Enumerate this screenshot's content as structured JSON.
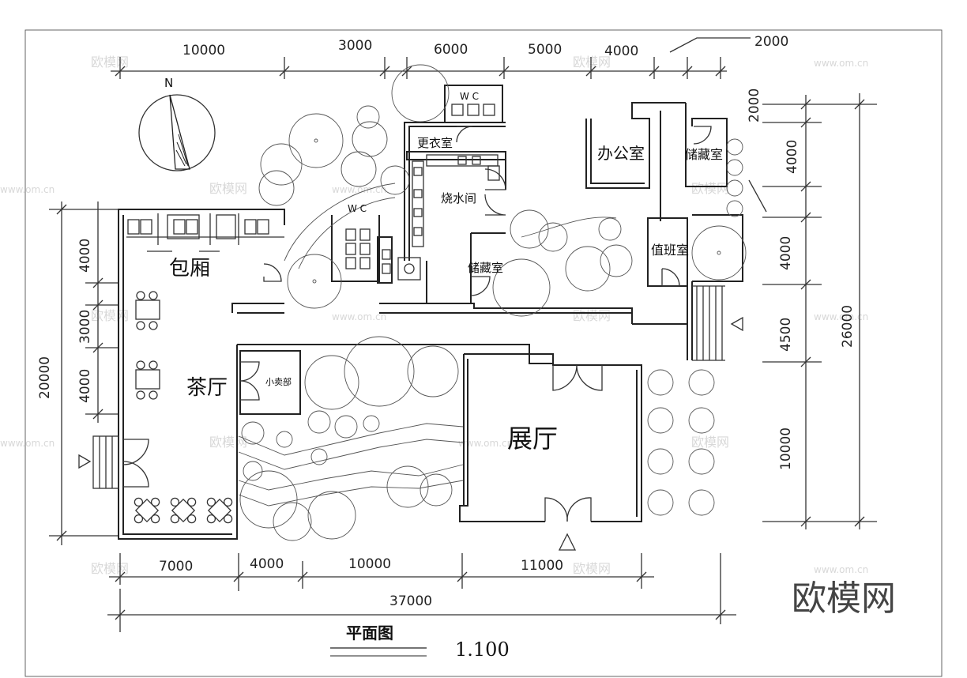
{
  "drawing": {
    "title": "平面图",
    "scale": "1.100",
    "brand": "欧模网",
    "watermark": "欧模网",
    "watermark_url": "www.om.cn"
  },
  "north": "N",
  "rooms": {
    "private_room": "包厢",
    "tea_hall": "茶厅",
    "shop": "小卖部",
    "exhibition_hall": "展厅",
    "changing_room": "更衣室",
    "boiler_room": "烧水间",
    "storage_1": "储藏室",
    "office": "办公室",
    "storage_2": "储藏室",
    "duty_room": "值班室",
    "wc_1": "W C",
    "wc_2": "W C"
  },
  "dimensions": {
    "top": [
      "10000",
      "3000",
      "6000",
      "5000",
      "4000",
      "2000"
    ],
    "bottom": [
      "7000",
      "4000",
      "10000",
      "11000"
    ],
    "bottom_total": "37000",
    "left_total": "20000",
    "left": [
      "4000",
      "3000",
      "4000"
    ],
    "right": [
      "2000",
      "4000",
      "4000",
      "4500",
      "10000"
    ],
    "right_total": "26000"
  }
}
